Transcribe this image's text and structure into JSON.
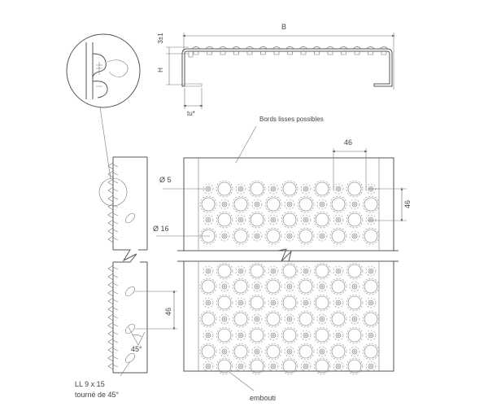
{
  "labels": {
    "width_B": "B",
    "thickness": "3±1",
    "height_H": "H",
    "tu": "tu*",
    "smooth_edges": "Bords lisses possibles",
    "pitch_horizontal": "46",
    "pitch_vertical": "46",
    "pitch_side": "46",
    "dia_small": "Ø 5",
    "dia_large": "Ø 16",
    "angle": "45°",
    "slot_line1": "LL 9 x 15",
    "slot_line2": "tourné de 45°",
    "embossed": "embouti"
  },
  "colors": {
    "line": "#555555",
    "text": "#444444",
    "background": "#ffffff"
  }
}
